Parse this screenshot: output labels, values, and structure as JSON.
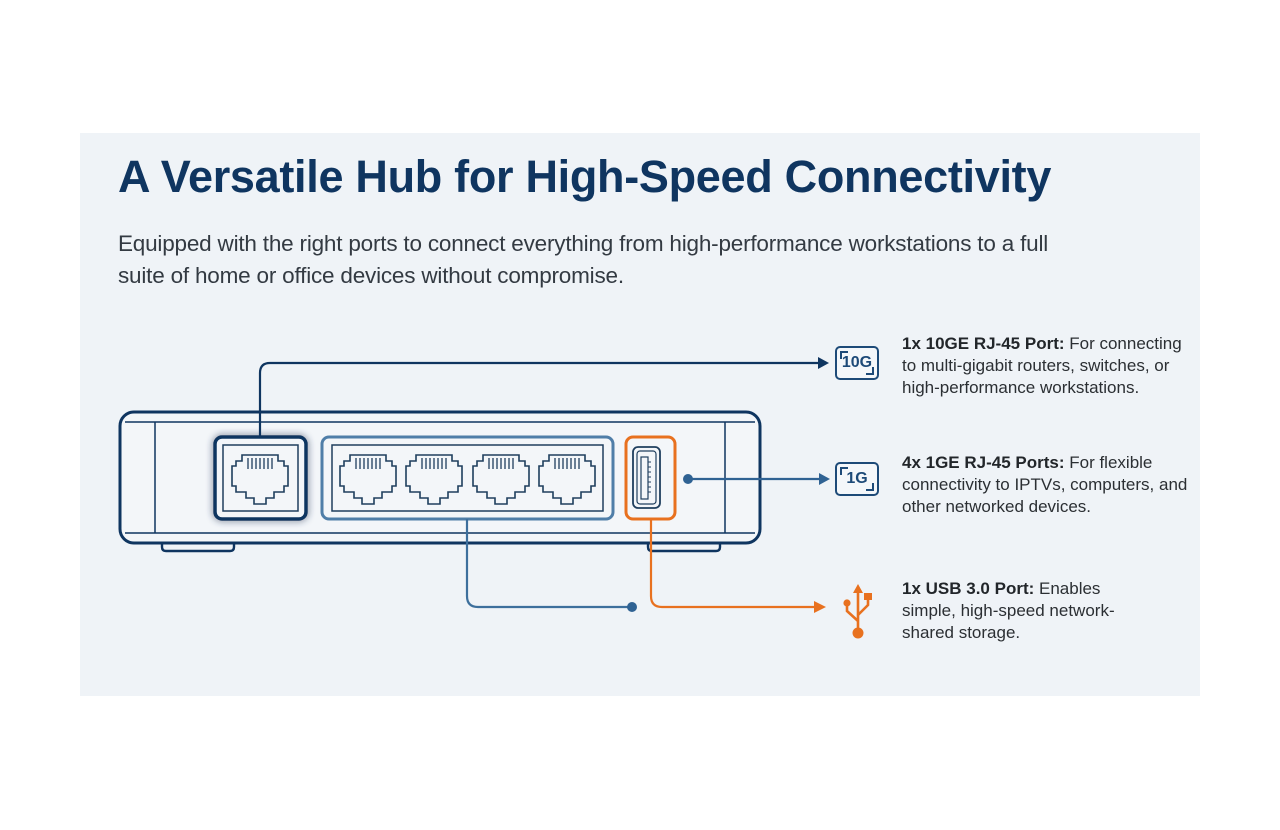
{
  "header": {
    "title": "A Versatile Hub for High-Speed Connectivity",
    "subtitle": "Equipped with the right ports to connect everything from high-performance workstations to a full suite of home or office devices without compromise."
  },
  "features": [
    {
      "badge": "10G",
      "icon": "10g-badge-icon",
      "label": "1x 10GE RJ-45 Port:",
      "description": " For connecting to multi-gigabit routers, switches, or high-performance workstations."
    },
    {
      "badge": "1G",
      "icon": "1g-badge-icon",
      "label": "4x 1GE RJ-45 Ports:",
      "description": " For flexible connectivity to IPTVs, computers, and other networked devices."
    },
    {
      "badge": "",
      "icon": "usb-icon",
      "label": "1x USB 3.0 Port:",
      "description": " Enables simple, high-speed network-shared storage."
    }
  ],
  "colors": {
    "navy": "#0f3560",
    "port_blue": "#3d6f9c",
    "usb_orange": "#e8711f",
    "panel_bg": "#eff3f7",
    "text": "#2b2f33"
  }
}
